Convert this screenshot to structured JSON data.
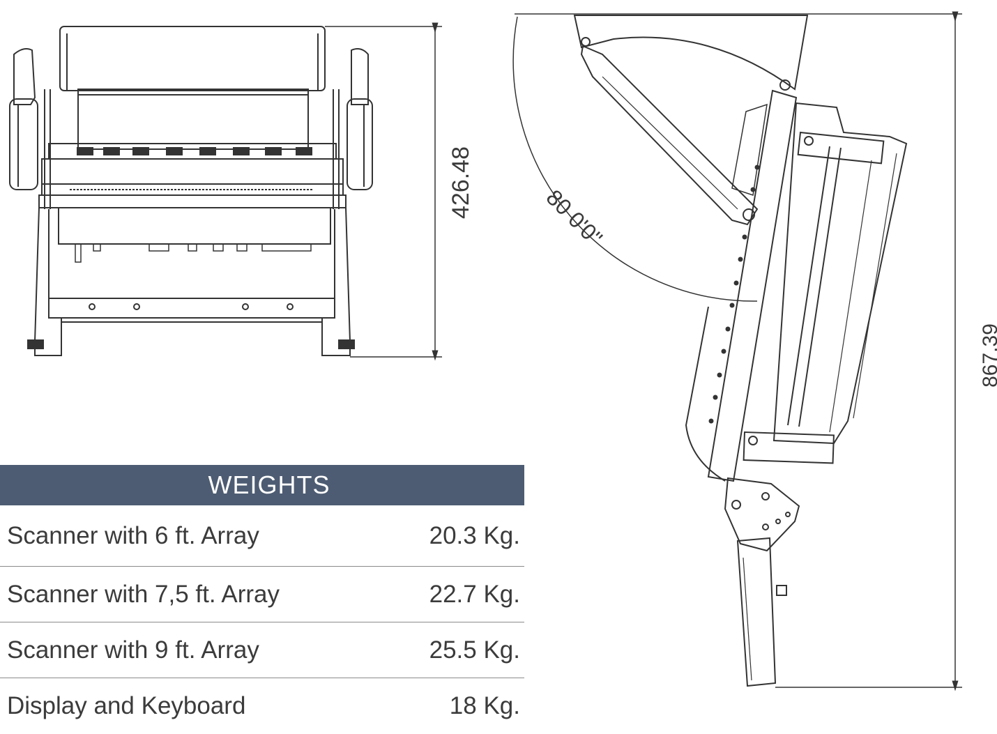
{
  "front_view": {
    "height_label": "426.48"
  },
  "side_view": {
    "angle_label": "80 0'0\"",
    "height_label": "867.39"
  },
  "weights": {
    "title": "WEIGHTS",
    "rows": [
      {
        "item": "Scanner with 6 ft. Array",
        "weight": "20.3 Kg."
      },
      {
        "item": "Scanner with 7,5 ft. Array",
        "weight": "22.7 Kg."
      },
      {
        "item": "Scanner with 9 ft. Array",
        "weight": "25.5 Kg."
      },
      {
        "item": "Display and Keyboard",
        "weight": "18 Kg."
      }
    ]
  }
}
